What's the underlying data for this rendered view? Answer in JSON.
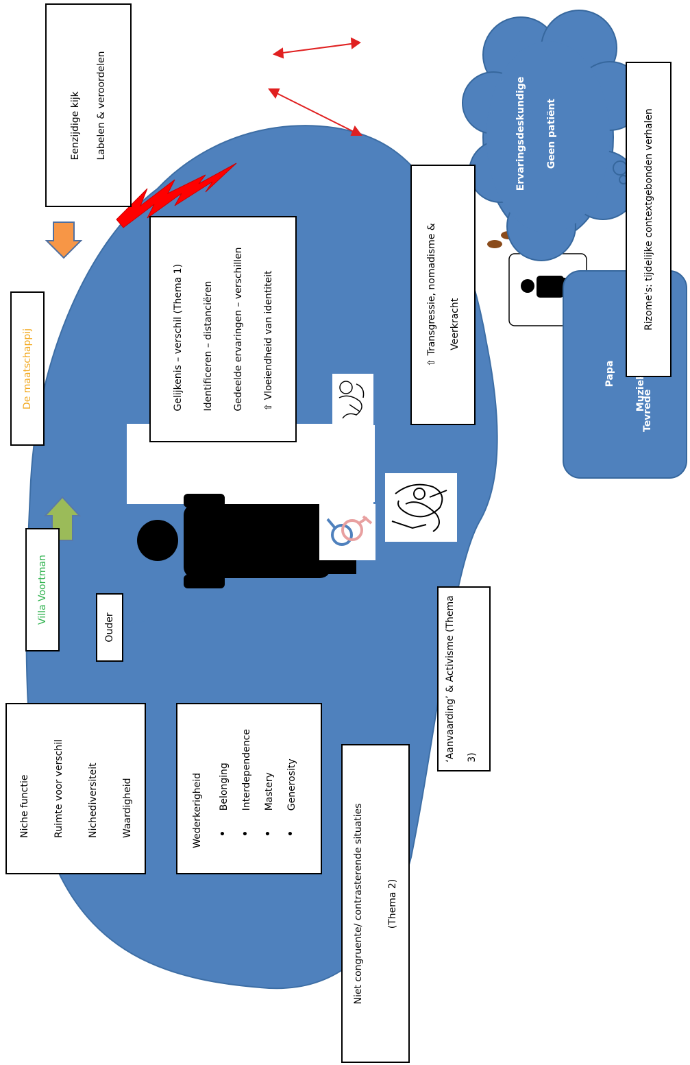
{
  "society_label": "De maatschappij",
  "villa_label": "Villa Voortman",
  "top_box": {
    "lines": [
      "Eenzijdige kijk",
      "Labelen & veroordelen"
    ]
  },
  "left_box": {
    "lines": [
      "Niche functie",
      "Ruimte voor verschil",
      "Nichediversiteit",
      "Waardigheid"
    ]
  },
  "reciprocity_box": {
    "title": "Wederkerigheid",
    "items": [
      "Belonging",
      "Interdependence",
      "Mastery",
      "Generosity"
    ]
  },
  "theme2_box": {
    "lines": [
      "Niet congruente/ contrasterende situaties",
      "(Thema 2)"
    ]
  },
  "theme1_box": {
    "lines": [
      "Gelijkenis – verschil (Thema 1)",
      "Identificeren – distanciëren",
      "Gedeelde ervaringen – verschillen",
      "⇧  Vloeiendheid van identiteit"
    ]
  },
  "ouder_label": "Ouder",
  "theme3_box": {
    "lines": [
      "‘Aanvaarding’ & Activisme (Thema",
      "3)"
    ]
  },
  "transgression_box": {
    "lines": [
      "⇧  Transgressie, nomadisme &",
      "Veerkracht"
    ]
  },
  "cloud": {
    "lines": [
      "Ervaringsdeskundige",
      "Geen patiënt"
    ]
  },
  "rounded_box": {
    "lines": [
      "Papa",
      "Muziekkenner",
      "Tevrede"
    ]
  },
  "rhizome_box": {
    "text": "Rizome's: tijdelijke contextgebonden verhalen"
  },
  "colors": {
    "blob": "#4f81bd",
    "society": "#f2a81d",
    "villa": "#2ab04a",
    "orange_arrow": "#f79646",
    "green_arrow": "#9bbb59",
    "red": "#ff0000",
    "person": "#000000"
  }
}
